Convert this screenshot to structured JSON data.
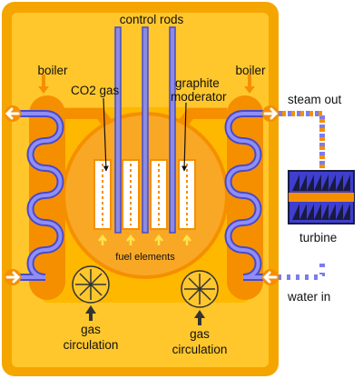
{
  "diagram": {
    "labels": {
      "control_rods": "control rods",
      "boiler_left": "boiler",
      "boiler_right": "boiler",
      "co2_gas": "CO2 gas",
      "graphite_line1": "graphite",
      "graphite_line2": "moderator",
      "steam_out": "steam out",
      "turbine": "turbine",
      "fuel_elements": "fuel elements",
      "water_in": "water in",
      "gas_circ_left_1": "gas",
      "gas_circ_left_2": "circulation",
      "gas_circ_right_1": "gas",
      "gas_circ_right_2": "circulation"
    },
    "colors": {
      "outer_wall": "#F5A500",
      "vessel_fill": "#FFC72C",
      "inner_panel": "#FFB800",
      "core": "#F9A825",
      "boiler_column": "#F58F00",
      "coil": "#7B7CF0",
      "coil_outline": "#4A4AC8",
      "rods": "#8B8BE0",
      "fuel_element": "#FFFFFF",
      "turbine_body": "#3E3ECF",
      "turbine_dark": "#1A1A40",
      "arrow_yellow": "#FFE34D",
      "arrow_black": "#333333",
      "dotted_pipe": "#7B7CF0"
    }
  }
}
